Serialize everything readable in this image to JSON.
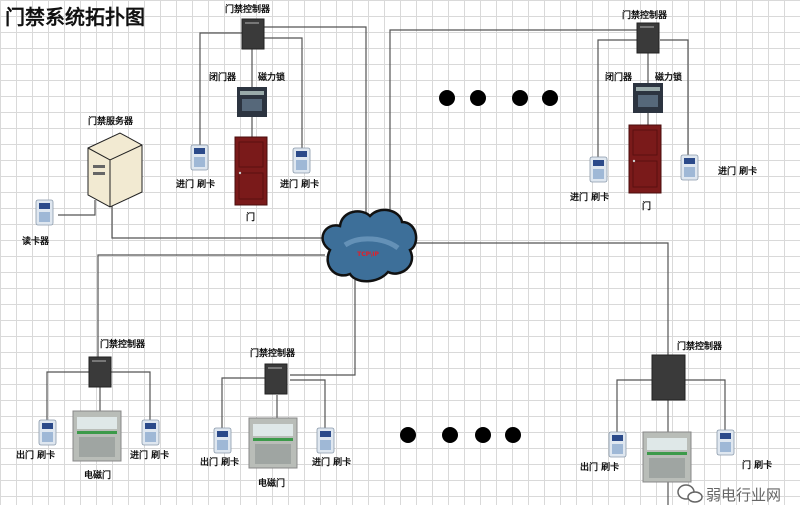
{
  "title": "门禁系统拓扑图",
  "network": {
    "label": "TCP\\IP",
    "label_color": "#e0202a",
    "cloud_color": "#3d6f99"
  },
  "server": {
    "label": "门禁服务器",
    "reader_label": "读卡器"
  },
  "controller_label": "门禁控制器",
  "top_left": {
    "closer": "闭门器",
    "lock": "磁力锁",
    "door": "门",
    "reader_left": "进门 刷卡",
    "reader_right": "进门 刷卡"
  },
  "top_right": {
    "closer": "闭门器",
    "lock": "磁力锁",
    "door": "门",
    "reader_left": "进门 刷卡",
    "reader_right": "进门 刷卡"
  },
  "bottom_left": {
    "door": "电磁门",
    "reader_left": "出门 刷卡",
    "reader_right": "进门 刷卡"
  },
  "bottom_mid": {
    "door": "电磁门",
    "reader_left": "出门 刷卡",
    "reader_right": "进门 刷卡"
  },
  "bottom_right": {
    "reader_left": "出门 刷卡",
    "reader_right": "门 刷卡"
  },
  "watermark": "弱电行业网",
  "colors": {
    "door": "#7a1a1a",
    "controller": "#3a3a3a",
    "reader": "#9fb8d6"
  }
}
